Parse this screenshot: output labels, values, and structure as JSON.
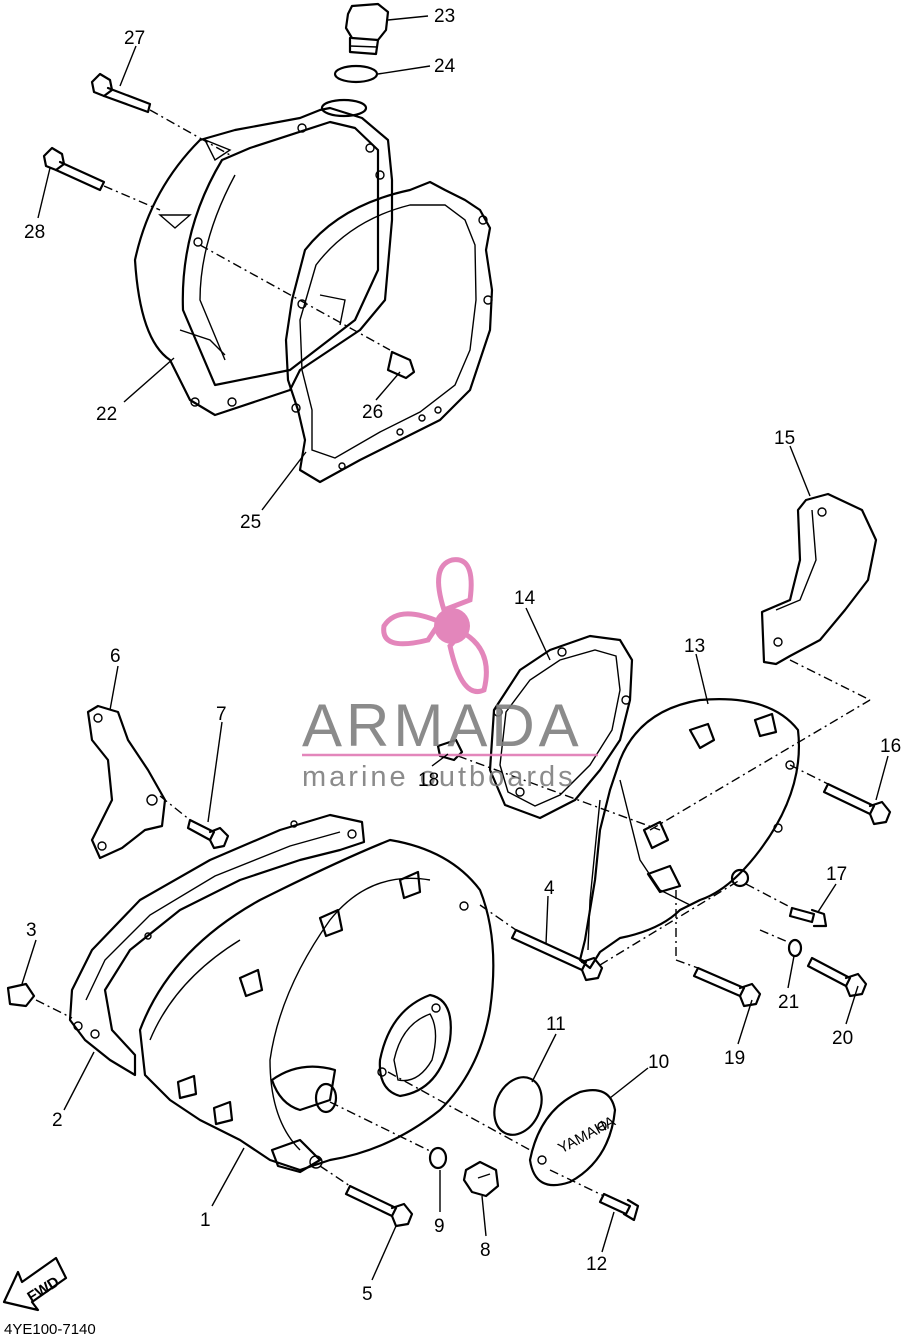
{
  "diagram_code": "4YE100-7140",
  "fwd_label": "FWD",
  "cover_brand": "YAMAHA",
  "watermark": {
    "title": "ARMADA",
    "subtitle": "marine outboards",
    "title_color": "#7f7f7f",
    "accent_color": "#e07ab4"
  },
  "callouts": [
    "1",
    "2",
    "3",
    "4",
    "5",
    "6",
    "7",
    "8",
    "9",
    "10",
    "11",
    "12",
    "13",
    "14",
    "15",
    "16",
    "17",
    "18",
    "19",
    "20",
    "21",
    "22",
    "23",
    "24",
    "25",
    "26",
    "27",
    "28"
  ]
}
